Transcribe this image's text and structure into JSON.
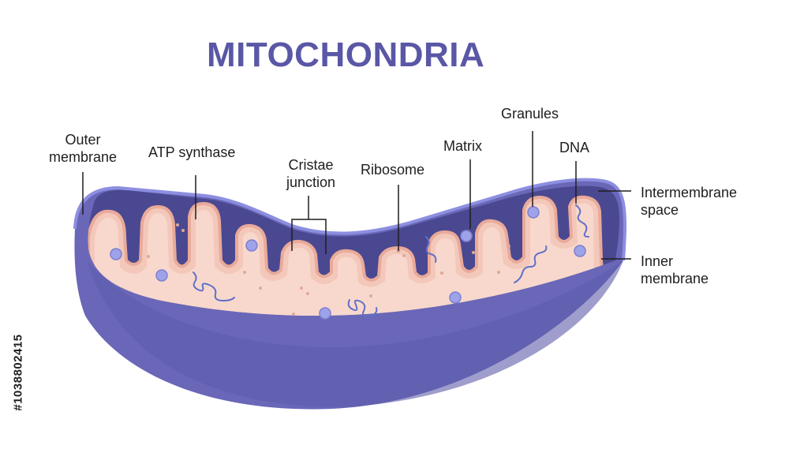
{
  "title": "MITOCHONDRIA",
  "labels": {
    "outer_membrane": [
      "Outer",
      "membrane"
    ],
    "atp_synthase": "ATP synthase",
    "cristae_junction": [
      "Cristae",
      "junction"
    ],
    "ribosome": "Ribosome",
    "matrix": "Matrix",
    "granules": "Granules",
    "dna": "DNA",
    "intermembrane_space": [
      "Intermembrane",
      "space"
    ],
    "inner_membrane": [
      "Inner",
      "membrane"
    ]
  },
  "stock_id": "#1038802415",
  "colors": {
    "title": "#5a57a6",
    "outer_membrane": "#6a67b8",
    "intermembrane_space": "#4a4890",
    "matrix": "#f6d2c6",
    "granule": "#9ea2e8",
    "dna": "#6070c8"
  }
}
